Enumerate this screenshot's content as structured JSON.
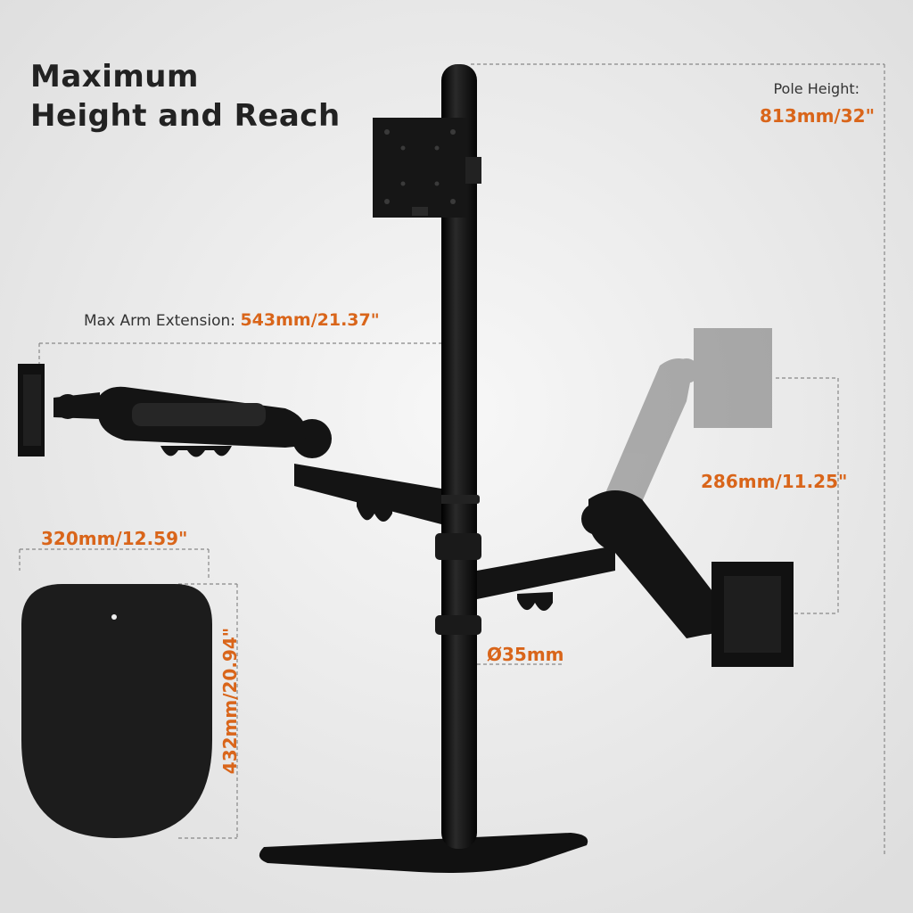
{
  "title": {
    "line1": "Maximum",
    "line2": "Height and Reach"
  },
  "pole_height": {
    "label": "Pole Height:",
    "value": "813mm/32\""
  },
  "arm_extension": {
    "label": "Max Arm Extension:",
    "value": "543mm/21.37\""
  },
  "vertical_travel": {
    "value": "286mm/11.25\""
  },
  "base_width": {
    "value": "320mm/12.59\""
  },
  "base_depth": {
    "value": "432mm/20.94\""
  },
  "pole_diameter": {
    "value": "Ø35mm"
  },
  "colors": {
    "accent": "#d9651a",
    "text": "#222222",
    "product": "#161616",
    "background": "#ececec"
  }
}
